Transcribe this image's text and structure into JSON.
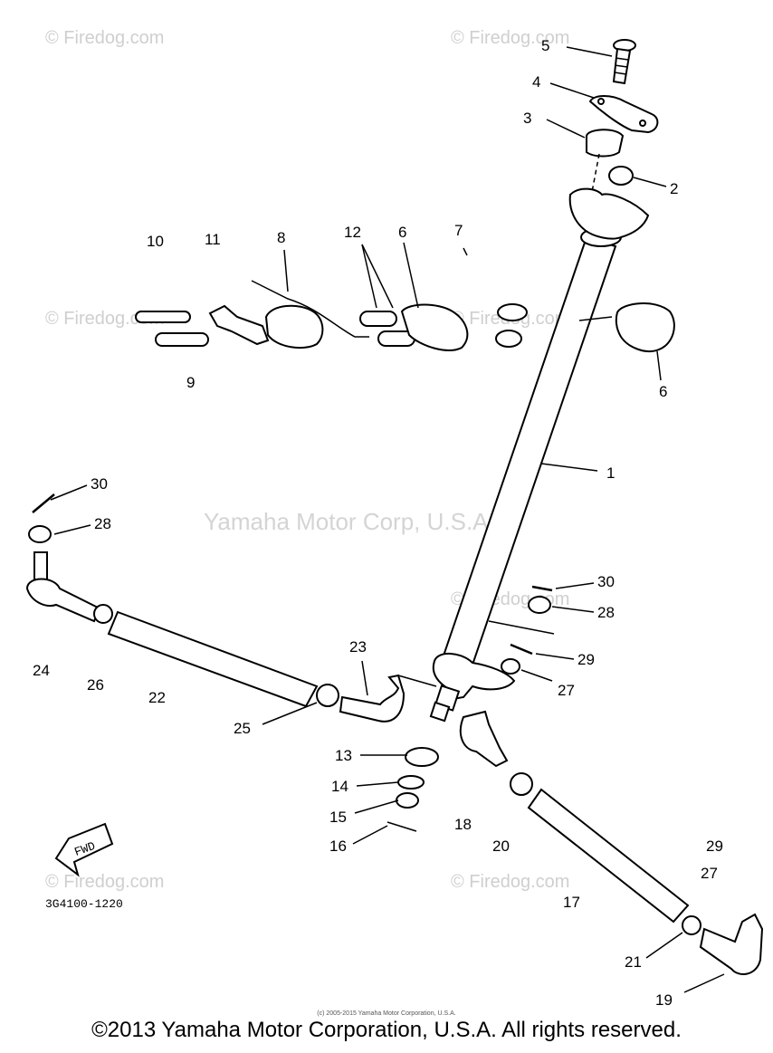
{
  "watermarks": {
    "firedog": "© Firedog.com",
    "center": "Yamaha Motor Corp, U.S.A."
  },
  "labels": {
    "p1": "1",
    "p2": "2",
    "p3": "3",
    "p4": "4",
    "p5": "5",
    "p6a": "6",
    "p6b": "6",
    "p7": "7",
    "p8": "8",
    "p9": "9",
    "p10": "10",
    "p11": "11",
    "p12": "12",
    "p13": "13",
    "p14": "14",
    "p15": "15",
    "p16": "16",
    "p17": "17",
    "p18": "18",
    "p19": "19",
    "p20": "20",
    "p21": "21",
    "p22": "22",
    "p23": "23",
    "p24": "24",
    "p25": "25",
    "p26": "26",
    "p27a": "27",
    "p27b": "27",
    "p28a": "28",
    "p28b": "28",
    "p29a": "29",
    "p29b": "29",
    "p30a": "30",
    "p30b": "30"
  },
  "fwd_label": "FWD",
  "diagram_code": "3G4100-1220",
  "small_print": "(c) 2005-2015 Yamaha Motor Corporation, U.S.A.",
  "copyright": "©2013 Yamaha Motor Corporation, U.S.A. All rights reserved."
}
